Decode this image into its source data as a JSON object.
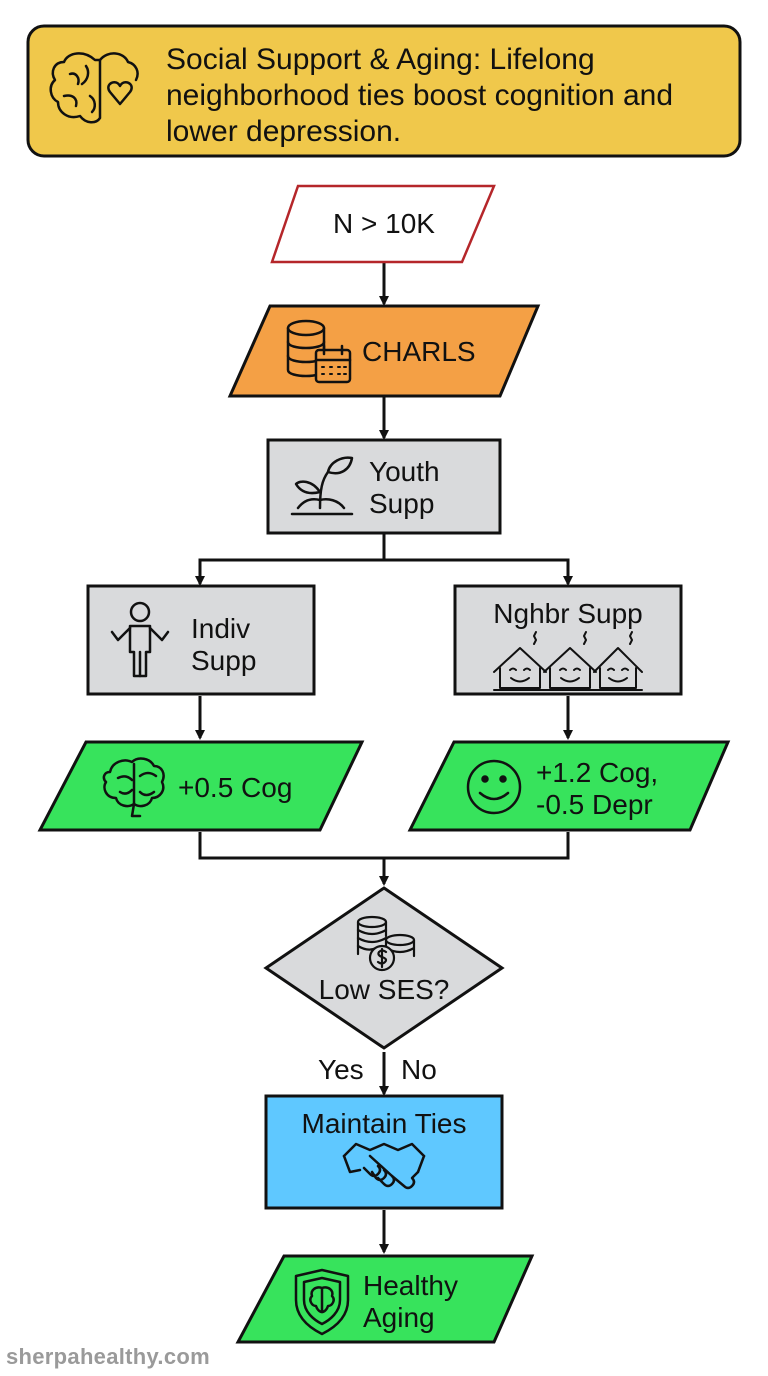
{
  "title": "Social Support & Aging: Lifelong neighborhood ties boost cognition and lower depression.",
  "nodes": {
    "sample": {
      "label": "N > 10K"
    },
    "dataset": {
      "label": "CHARLS",
      "icon": "database-calendar-icon"
    },
    "youth": {
      "label_line1": "Youth",
      "label_line2": "Supp",
      "icon": "sprout-icon"
    },
    "individual": {
      "label_line1": "Indiv",
      "label_line2": "Supp",
      "icon": "person-icon"
    },
    "neighbor": {
      "label": "Nghbr Supp",
      "icon": "houses-icon"
    },
    "cog_effect": {
      "label": "+0.5 Cog",
      "icon": "brain-icon"
    },
    "neighbor_effect": {
      "label_line1": "+1.2 Cog,",
      "label_line2": "-0.5 Depr",
      "icon": "smiley-icon"
    },
    "decision": {
      "label": "Low SES?",
      "icon": "coins-icon"
    },
    "maintain": {
      "label": "Maintain Ties",
      "icon": "handshake-icon"
    },
    "outcome": {
      "label_line1": "Healthy",
      "label_line2": "Aging",
      "icon": "brain-shield-icon"
    }
  },
  "edges": {
    "yes_label": "Yes",
    "no_label": "No"
  },
  "watermark": "sherpahealthy.com",
  "colors": {
    "title_fill": "#F0C84B",
    "sample_stroke": "#B5262A",
    "dataset_fill": "#F4A045",
    "box_fill": "#D9DADC",
    "effect_fill": "#37E35C",
    "maintain_fill": "#5FC8FF",
    "stroke": "#111111"
  }
}
